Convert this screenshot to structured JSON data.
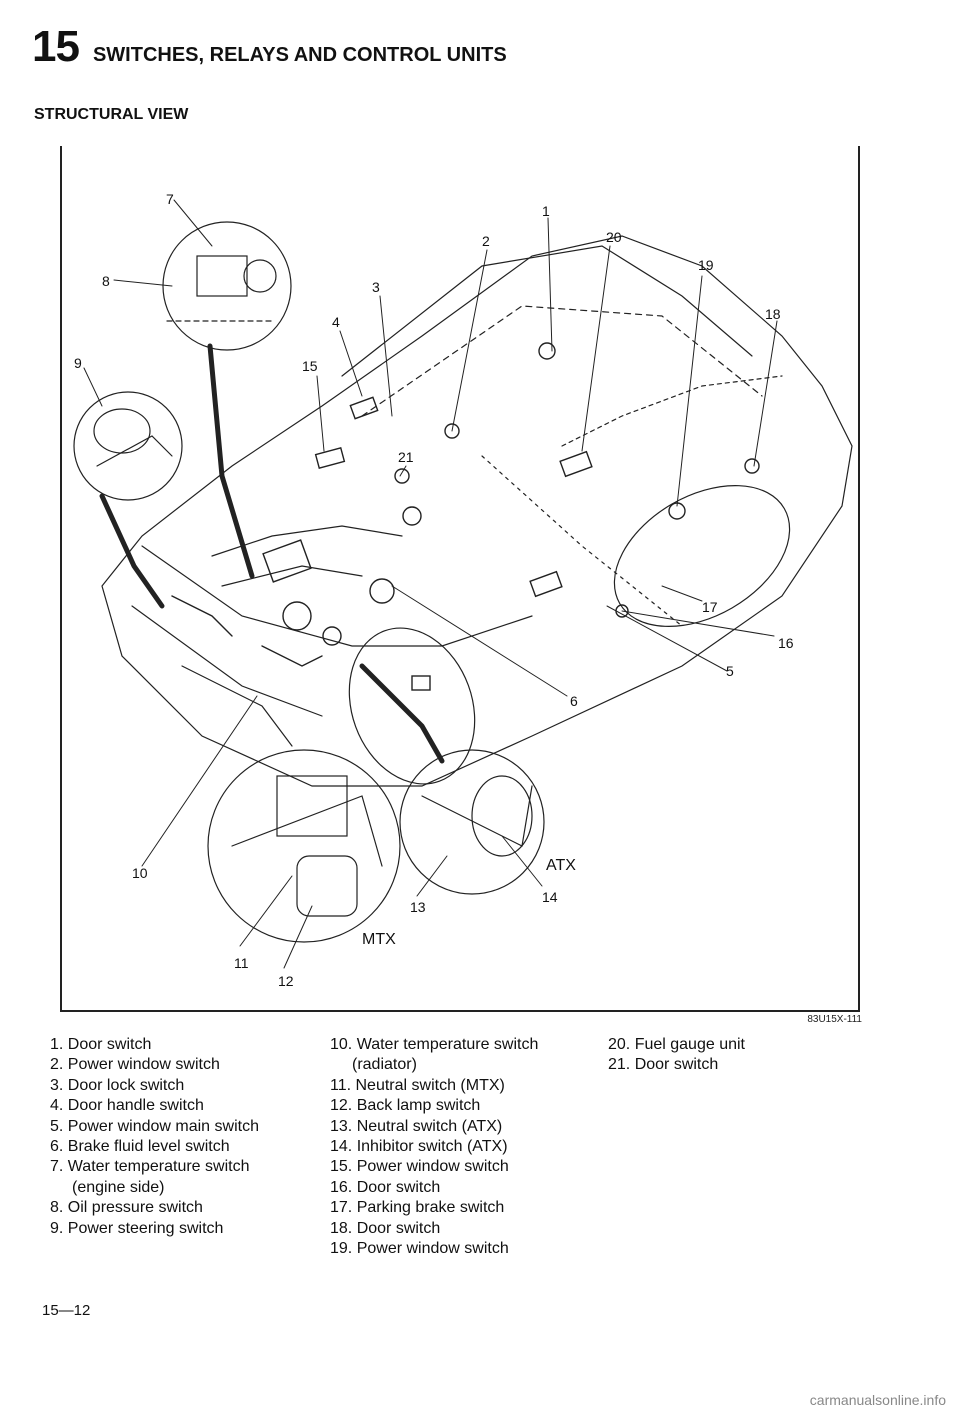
{
  "header": {
    "chapter_number": "15",
    "chapter_title": "SWITCHES, RELAYS AND CONTROL UNITS"
  },
  "section_title": "STRUCTURAL VIEW",
  "figure": {
    "code": "83U15X-111",
    "callouts": [
      "1",
      "2",
      "3",
      "4",
      "5",
      "6",
      "7",
      "8",
      "9",
      "10",
      "11",
      "12",
      "13",
      "14",
      "15",
      "16",
      "17",
      "18",
      "19",
      "20",
      "21"
    ],
    "inset_labels": {
      "mtx": "MTX",
      "atx": "ATX"
    }
  },
  "legend": {
    "col1": [
      "1. Door switch",
      "2. Power window switch",
      "3. Door lock switch",
      "4. Door handle switch",
      "5. Power window main switch",
      "6. Brake fluid level switch",
      "7. Water temperature switch",
      "(engine side)",
      "8. Oil pressure switch",
      "9. Power steering switch"
    ],
    "col2": [
      "10. Water temperature switch",
      "(radiator)",
      "11. Neutral switch (MTX)",
      "12. Back lamp switch",
      "13. Neutral switch (ATX)",
      "14. Inhibitor switch (ATX)",
      "15. Power window switch",
      "16. Door switch",
      "17. Parking brake switch",
      "18. Door switch",
      "19. Power window switch"
    ],
    "col3": [
      "20. Fuel gauge unit",
      "21. Door switch"
    ]
  },
  "footer": {
    "page_number": "15—12",
    "watermark": "carmanualsonline.info"
  }
}
